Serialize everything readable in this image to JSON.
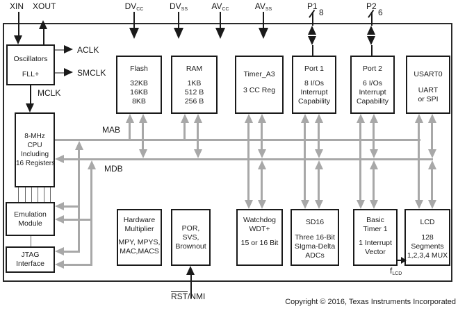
{
  "diagram": {
    "copyright": "Copyright © 2016, Texas Instruments Incorporated",
    "colors": {
      "bus_gray": "#a8a8a8",
      "line_black": "#1a1a1a",
      "background": "#ffffff"
    },
    "pins": {
      "xin": "XIN",
      "xout": "XOUT",
      "dvcc": {
        "base": "DV",
        "sub": "CC"
      },
      "dvss": {
        "base": "DV",
        "sub": "SS"
      },
      "avcc": {
        "base": "AV",
        "sub": "CC"
      },
      "avss": {
        "base": "AV",
        "sub": "SS"
      },
      "p1": {
        "label": "P1",
        "bus_width": "8"
      },
      "p2": {
        "label": "P2",
        "bus_width": "6"
      },
      "rst": {
        "overline": "RST",
        "rest": "/NMI"
      },
      "flcd": {
        "base": "f",
        "sub": "LCD"
      }
    },
    "clocks": {
      "aclk": "ACLK",
      "smclk": "SMCLK",
      "mclk": "MCLK"
    },
    "buses": {
      "mab": "MAB",
      "mdb": "MDB"
    },
    "boxes": {
      "oscillators": {
        "title_lines": [
          "Oscillators"
        ],
        "detail_lines": [
          "FLL+"
        ]
      },
      "cpu": {
        "title_lines": [
          "8-MHz",
          "CPU",
          "Including",
          "16 Registers"
        ],
        "detail_lines": []
      },
      "emulation": {
        "title_lines": [
          "Emulation",
          "Module"
        ],
        "detail_lines": []
      },
      "jtag": {
        "title_lines": [
          "JTAG",
          "Interface"
        ],
        "detail_lines": []
      },
      "flash": {
        "title_lines": [
          "Flash"
        ],
        "detail_lines": [
          "32KB",
          "16KB",
          "8KB"
        ]
      },
      "ram": {
        "title_lines": [
          "RAM"
        ],
        "detail_lines": [
          "1KB",
          "512 B",
          "256 B"
        ]
      },
      "timer_a3": {
        "title_lines": [
          "Timer_A3"
        ],
        "detail_lines": [
          "3 CC Reg"
        ]
      },
      "port1": {
        "title_lines": [
          "Port 1"
        ],
        "detail_lines": [
          "8 I/Os",
          "Interrupt",
          "Capability"
        ]
      },
      "port2": {
        "title_lines": [
          "Port 2"
        ],
        "detail_lines": [
          "6 I/Os",
          "Interrupt",
          "Capability"
        ]
      },
      "usart0": {
        "title_lines": [
          "USART0"
        ],
        "detail_lines": [
          "UART",
          "or SPI"
        ]
      },
      "hardware_multiplier": {
        "title_lines": [
          "Hardware",
          "Multiplier"
        ],
        "detail_lines": [
          "MPY, MPYS,",
          "MAC,MACS"
        ]
      },
      "por": {
        "title_lines": [
          "POR,",
          "SVS,",
          "Brownout"
        ],
        "detail_lines": []
      },
      "watchdog": {
        "title_lines": [
          "Watchdog",
          "WDT+"
        ],
        "detail_lines": [
          "15 or 16 Bit"
        ]
      },
      "sd16": {
        "title_lines": [
          "SD16"
        ],
        "detail_lines": [
          "Three 16-Bit",
          "SIgma-Delta",
          "ADCs"
        ]
      },
      "basic_timer1": {
        "title_lines": [
          "Basic",
          "Timer 1"
        ],
        "detail_lines": [
          "1 Interrupt",
          "Vector"
        ]
      },
      "lcd": {
        "title_lines": [
          "LCD"
        ],
        "detail_lines": [
          "128",
          "Segments",
          "1,2,3,4 MUX"
        ]
      }
    }
  }
}
